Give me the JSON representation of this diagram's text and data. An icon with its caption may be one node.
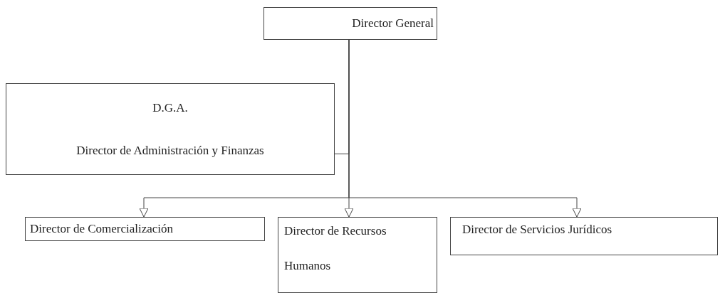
{
  "diagram": {
    "nodes": [
      {
        "text": [
          "Director General"
        ]
      },
      {
        "text": [
          "D.G.A.",
          "Director de Administración y Finanzas"
        ]
      },
      {
        "text": [
          "Director de Comercialización"
        ]
      },
      {
        "text": [
          "Director de Recursos Humanos"
        ]
      },
      {
        "text": [
          "Director de Servicios Jurídicos"
        ]
      }
    ],
    "edges": [
      {
        "from": 0,
        "to": 1,
        "arrow": "none"
      },
      {
        "from": 0,
        "to": 2,
        "arrow": "to"
      },
      {
        "from": 0,
        "to": 3,
        "arrow": "to"
      },
      {
        "from": 0,
        "to": 4,
        "arrow": "to"
      }
    ]
  }
}
